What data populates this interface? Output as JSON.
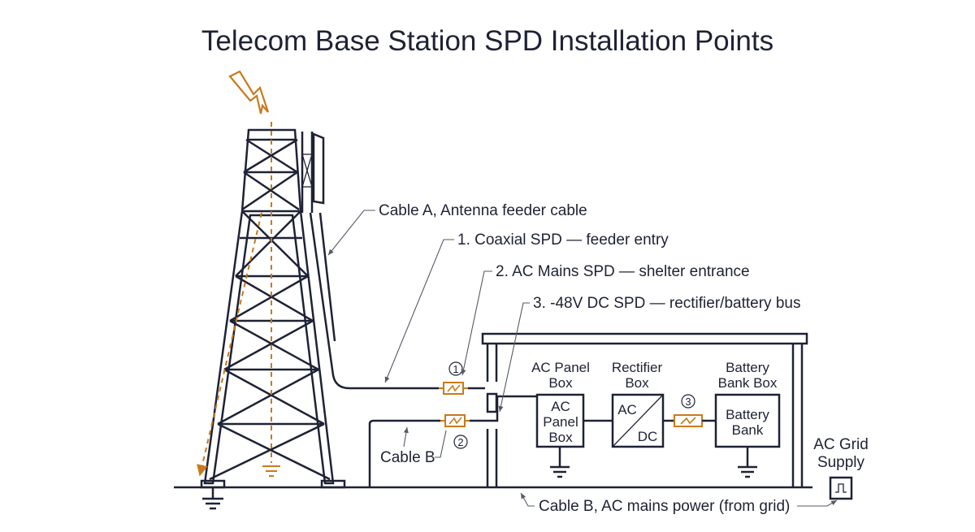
{
  "title": "Telecom Base Station SPD Installation Points",
  "callouts": {
    "cable_a": "Cable A, Antenna feeder cable",
    "spd_1": "1. Coaxial SPD — feeder entry",
    "spd_2": "2. AC Mains SPD — shelter entrance",
    "spd_3": "3. -48V DC SPD — rectifier/battery bus",
    "cable_b": "Cable B",
    "cable_b_mains": "Cable B, AC mains power (from grid)",
    "ac_grid_line1": "AC Grid",
    "ac_grid_line2": "Supply"
  },
  "markers": {
    "m1": "1",
    "m2": "2",
    "m3": "3"
  },
  "boxes": {
    "ac_panel": {
      "header_line1": "AC Panel",
      "header_line2": "Box",
      "body_line1": "AC",
      "body_line2": "Panel",
      "body_line3": "Box"
    },
    "rectifier": {
      "header_line1": "Rectifier",
      "header_line2": "Box",
      "body_ac": "AC",
      "body_dc": "DC"
    },
    "battery": {
      "header_line1": "Battery",
      "header_line2": "Bank Box",
      "body_line1": "Battery",
      "body_line2": "Bank"
    }
  },
  "colors": {
    "line": "#1e2235",
    "lightning": "#c87a1c",
    "background": "#ffffff"
  },
  "icons": [
    "lightning-bolt-icon",
    "ground-symbol-icon",
    "spd-fuse-icon",
    "ac-grid-supply-icon",
    "antenna-panel-icon"
  ]
}
